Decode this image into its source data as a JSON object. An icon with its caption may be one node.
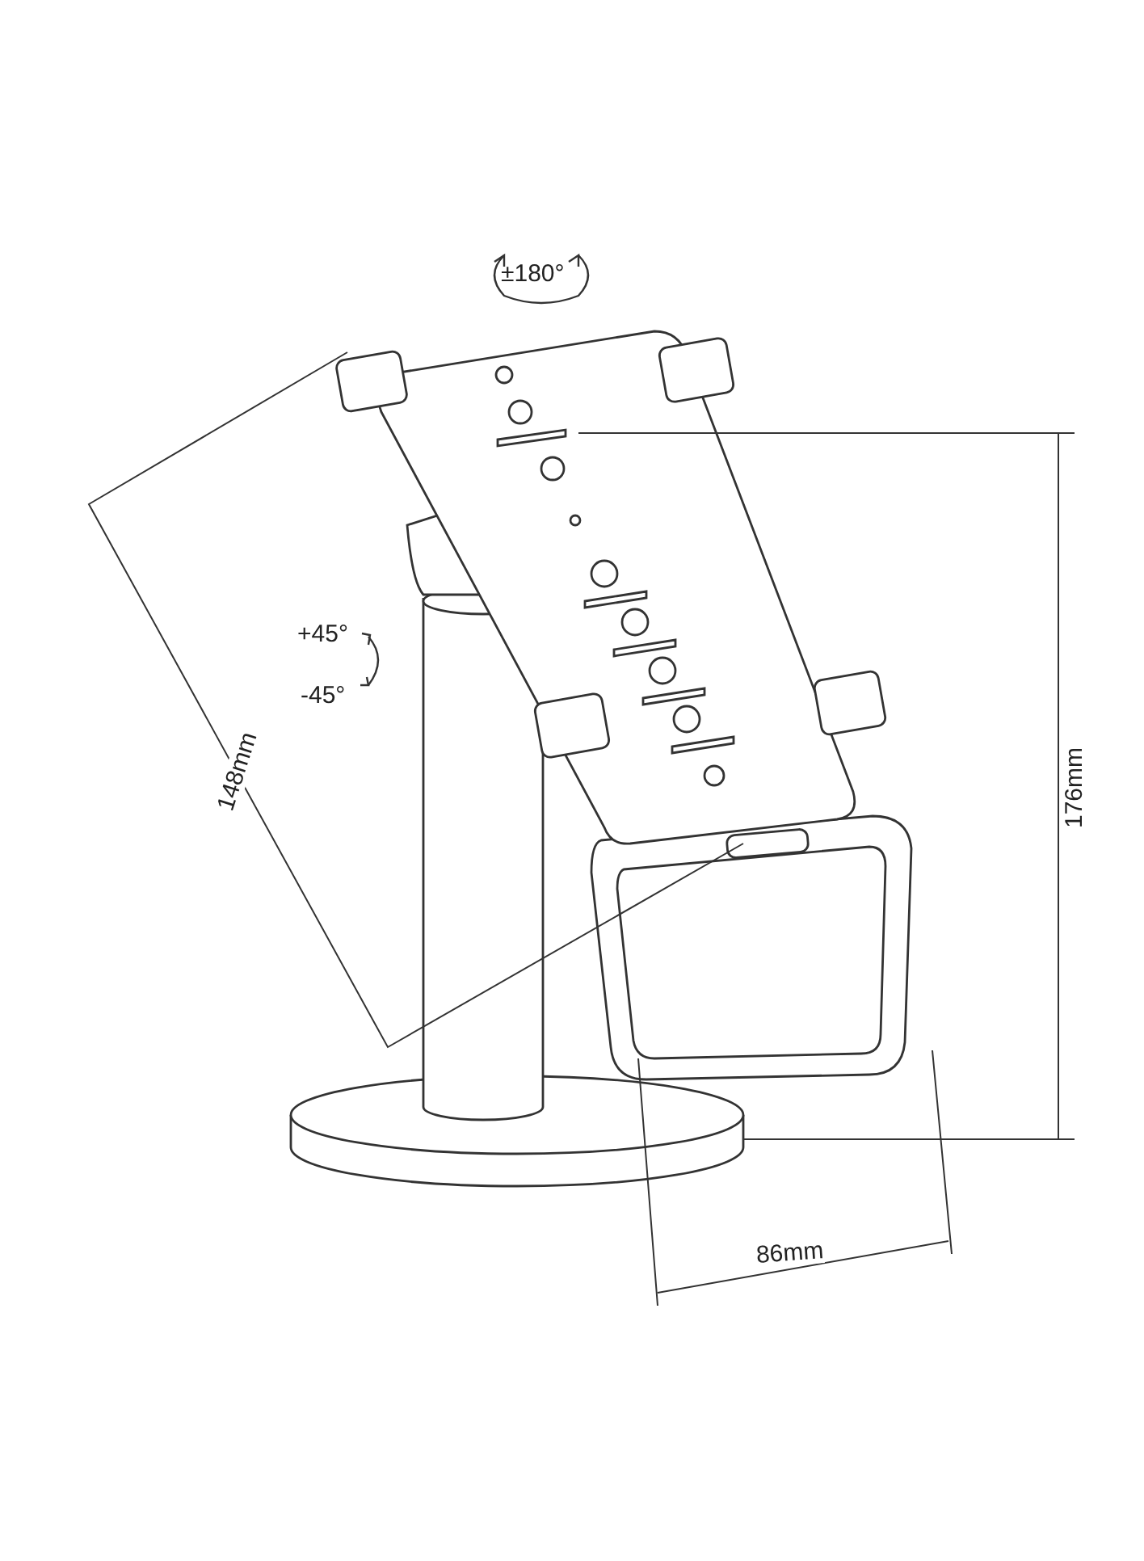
{
  "diagram": {
    "labels": [
      "±180°",
      "+45°",
      "-45°",
      "148mm",
      "176mm",
      "86mm"
    ]
  }
}
